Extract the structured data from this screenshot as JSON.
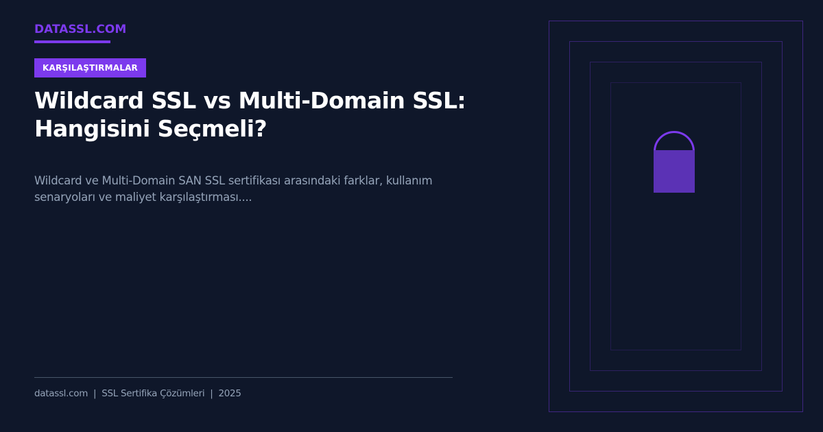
{
  "brand": {
    "name": "DATASSL.COM",
    "color": "#7c3aed"
  },
  "badge": {
    "label": "KARŞILAŞTIRMALAR",
    "color": "#7c3aed"
  },
  "article": {
    "title": "Wildcard SSL vs Multi-Domain SSL: Hangisini Seçmeli?",
    "description": "Wildcard ve Multi-Domain SAN SSL sertifikası arasındaki farklar, kullanım senaryoları ve maliyet karşılaştırması...."
  },
  "footer": {
    "text": "datassl.com  |  SSL Sertifika Çözümleri  |  2025",
    "site": "datassl.com",
    "tagline": "SSL Sertifika Çözümleri",
    "year": "2025"
  },
  "illustration": {
    "icon": "padlock-icon",
    "frame_count": 4,
    "accent": "#7c3aed",
    "background": "#0f172a"
  }
}
